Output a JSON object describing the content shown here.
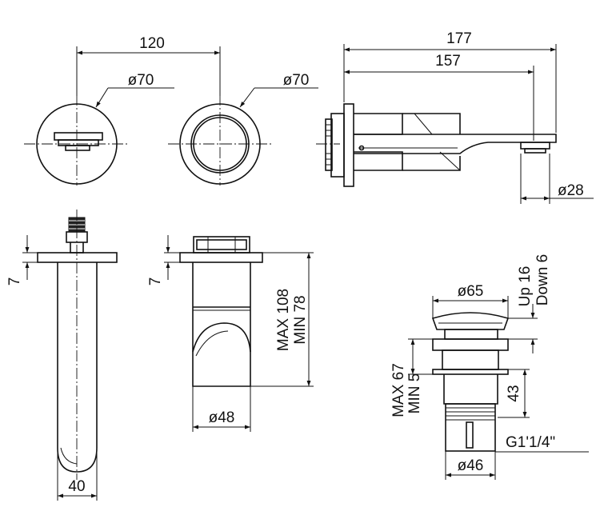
{
  "dimensions": {
    "top_spacing": "120",
    "dia_left": "ø70",
    "dia_right": "ø70",
    "overall_length": "177",
    "spout_length": "157",
    "outlet_dia": "ø28",
    "plate_thk_left": "7",
    "plate_thk_mid": "7",
    "body_dia": "ø48",
    "spout_width": "40",
    "depth_max": "MAX 108",
    "depth_min": "MIN 78",
    "waste_cap_dia": "ø65",
    "waste_up": "Up 16",
    "waste_down": "Down 6",
    "waste_max": "MAX 67",
    "waste_min": "MIN 5",
    "waste_height": "43",
    "thread": "G1'1/4\"",
    "waste_body_dia": "ø46"
  }
}
